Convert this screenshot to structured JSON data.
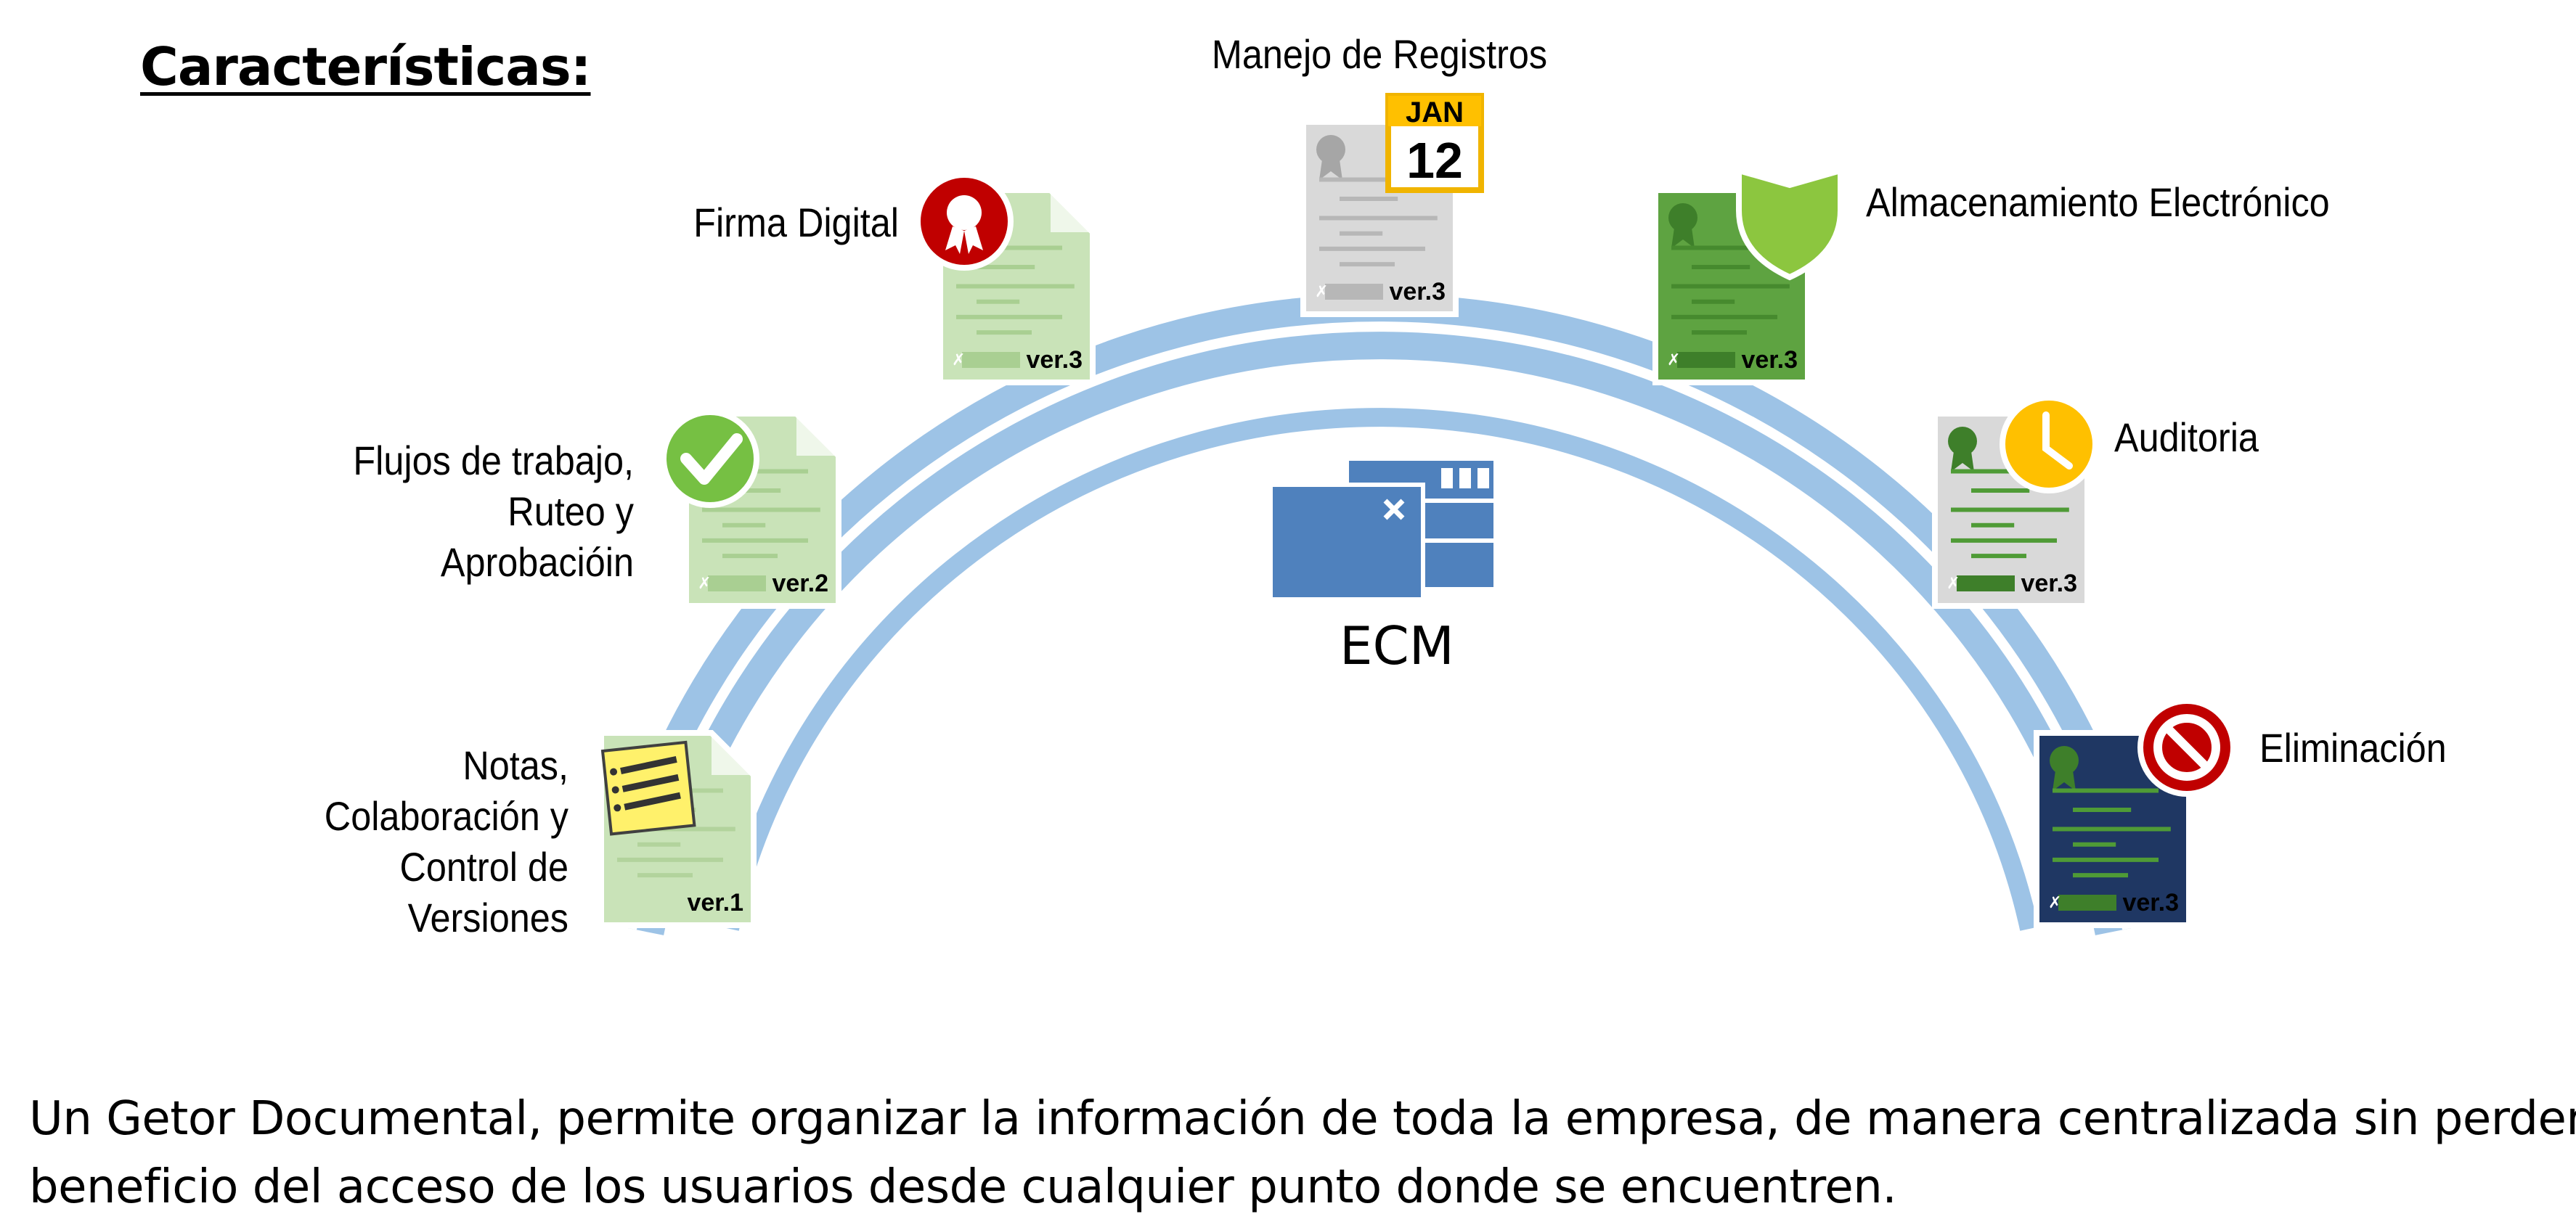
{
  "heading": "Características:",
  "center_label": "ECM",
  "features": [
    {
      "id": "notas",
      "lines": [
        "Notas,",
        "Colaboración y",
        "Control de",
        "Versiones"
      ],
      "version": "ver.1"
    },
    {
      "id": "flujos",
      "lines": [
        "Flujos de trabajo,",
        "Ruteo y",
        "Aprobacióin"
      ],
      "version": "ver.2"
    },
    {
      "id": "firma",
      "lines": [
        "Firma Digital"
      ],
      "version": "ver.3"
    },
    {
      "id": "registros",
      "lines": [
        "Manejo de Registros"
      ],
      "version": "ver.3",
      "calendar": {
        "month": "JAN",
        "day": "12"
      }
    },
    {
      "id": "almacenamiento",
      "lines": [
        "Almacenamiento Electrónico"
      ],
      "version": "ver.3"
    },
    {
      "id": "auditoria",
      "lines": [
        "Auditoria"
      ],
      "version": "ver.3"
    },
    {
      "id": "eliminacion",
      "lines": [
        "Eliminación"
      ],
      "version": "ver.3"
    }
  ],
  "description": [
    "Un Getor Documental, permite organizar la información de toda la empresa, de manera centralizada sin perder el",
    "beneficio del acceso de los usuarios desde cualquier punto donde se encuentren."
  ],
  "colors": {
    "arc": "#9dc3e6",
    "ecm_window": "#4f81bd",
    "doc_light_green": "#c9e3b8",
    "doc_gray": "#d9d9d9",
    "doc_green": "#5ea341",
    "doc_navy": "#1f3763",
    "seal_red": "#c00000",
    "check_green": "#76c043",
    "clock_yellow": "#ffc000",
    "note_yellow": "#fff16b"
  },
  "icons": [
    "sticky-note-icon",
    "checkmark-icon",
    "ribbon-seal-icon",
    "calendar-icon",
    "shield-icon",
    "clock-icon",
    "no-entry-icon",
    "window-icon"
  ]
}
